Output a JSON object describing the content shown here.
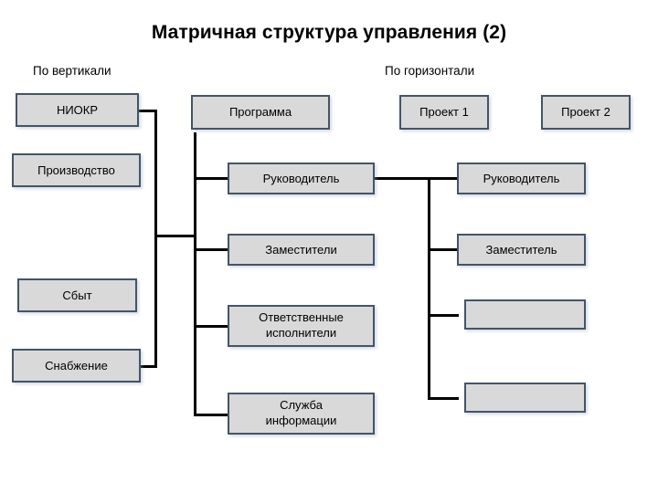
{
  "slide": {
    "title": "Матричная структура управления (2)",
    "background_color": "#ffffff",
    "box_fill_color": "#d9d9d9",
    "box_border_color": "#44546a",
    "connector_color": "#000000"
  },
  "headers": {
    "vertical": "По вертикали",
    "horizontal": "По горизонтали"
  },
  "columns": {
    "vertical_column": {
      "label": "По вертикали",
      "boxes": [
        {
          "label": "НИОКР"
        },
        {
          "label": "Производство"
        },
        {
          "label": "Сбыт"
        },
        {
          "label": "Снабжение"
        }
      ]
    },
    "program_column": {
      "header_box": "Программа",
      "boxes": [
        {
          "label": "Руководитель"
        },
        {
          "label": "Заместители"
        },
        {
          "label": "Ответственные\nисполнители",
          "line1": "Ответственные",
          "line2": "исполнители"
        },
        {
          "label": "Служба\nинформации",
          "line1": "Служба",
          "line2": "информации"
        }
      ]
    },
    "project1_column": {
      "header_box": "Проект 1",
      "boxes": [
        {
          "label": "Руководитель"
        },
        {
          "label": "Заместитель"
        },
        {
          "label": ""
        },
        {
          "label": ""
        }
      ]
    },
    "project2_column": {
      "header_box": "Проект 2"
    }
  }
}
